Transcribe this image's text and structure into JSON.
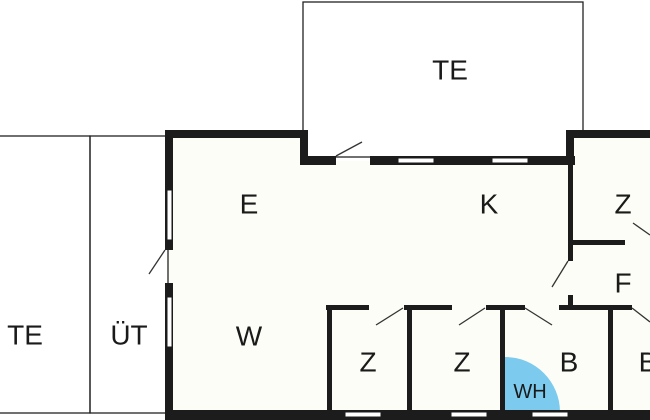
{
  "plan": {
    "rooms": {
      "terrace_top": "TE",
      "terrace_left": "TE",
      "covered_terrace": "ÜT",
      "entrance": "E",
      "kitchen": "K",
      "living": "W",
      "room_right_top": "Z",
      "storage": "F",
      "room_1": "Z",
      "room_2": "Z",
      "bath_1": "B",
      "bath_2": "B",
      "water_heater": "WH"
    },
    "colors": {
      "water_heater": "#7ccbee",
      "wall": "#1c1c1c",
      "floor": "#fdfdf7"
    }
  }
}
